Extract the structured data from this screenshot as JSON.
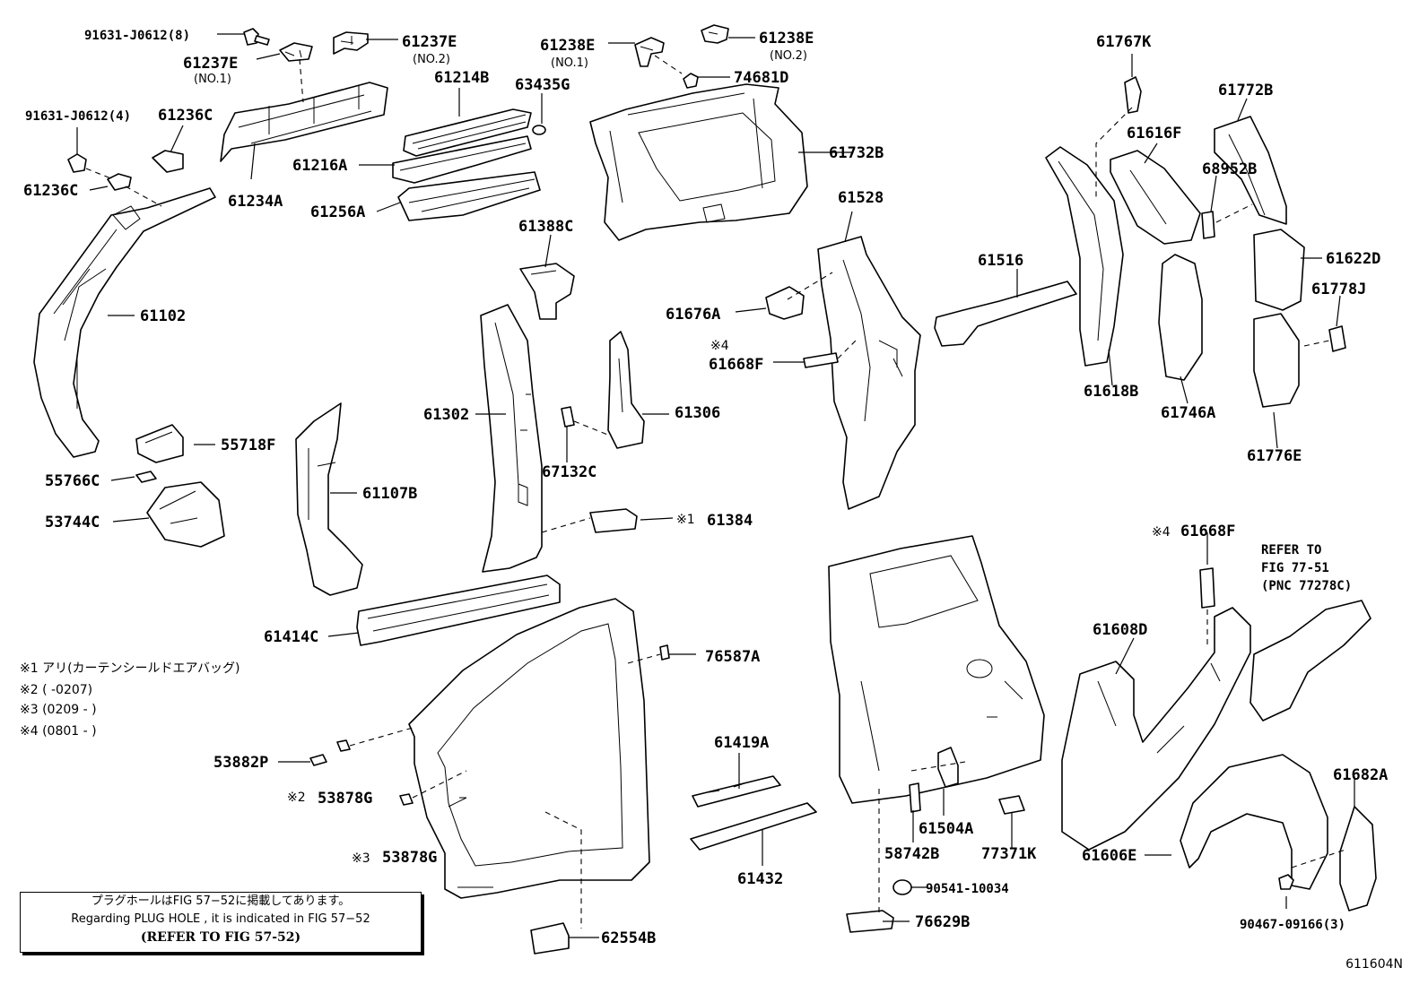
{
  "labels": {
    "p91631_8": "91631-J0612(8)",
    "p61237E_1": "61237E",
    "p61237E_1_sub": "(NO.1)",
    "p61237E_2": "61237E",
    "p61237E_2_sub": "(NO.2)",
    "p61238E_1": "61238E",
    "p61238E_1_sub": "(NO.1)",
    "p61238E_2": "61238E",
    "p61238E_2_sub": "(NO.2)",
    "p61767K": "61767K",
    "p61214B": "61214B",
    "p63435G": "63435G",
    "p74681D": "74681D",
    "p61772B": "61772B",
    "p91631_4": "91631-J0612(4)",
    "p61236C_top": "61236C",
    "p61616F": "61616F",
    "p61732B": "61732B",
    "p61216A": "61216A",
    "p68952B": "68952B",
    "p61236C": "61236C",
    "p61234A": "61234A",
    "p61256A": "61256A",
    "p61528": "61528",
    "p61388C": "61388C",
    "p61516": "61516",
    "p61622D": "61622D",
    "p61778J": "61778J",
    "p61676A": "61676A",
    "p61102": "61102",
    "mark4_a": "※4",
    "p61668F_a": "61668F",
    "p61618B": "61618B",
    "p61746A": "61746A",
    "p61302": "61302",
    "p61306": "61306",
    "p55718F": "55718F",
    "p61776E": "61776E",
    "p55766C": "55766C",
    "p67132C": "67132C",
    "p61107B": "61107B",
    "p53744C": "53744C",
    "mark1": "※1",
    "p61384": "61384",
    "mark4_b": "※4",
    "p61668F_b": "61668F",
    "refer1": "REFER TO",
    "refer2": "FIG 77-51",
    "refer3": "(PNC 77278C)",
    "p61608D": "61608D",
    "p61414C": "61414C",
    "p76587A": "76587A",
    "p61419A": "61419A",
    "p53882P": "53882P",
    "mark2": "※2",
    "p53878G_2": "53878G",
    "p61504A": "61504A",
    "p61682A": "61682A",
    "mark3": "※3",
    "p53878G_3": "53878G",
    "p58742B": "58742B",
    "p77371K": "77371K",
    "p61606E": "61606E",
    "p61432": "61432",
    "p90541": "90541-10034",
    "p76629B": "76629B",
    "p62554B": "62554B",
    "p90467": "90467-09166(3)"
  },
  "notes": [
    "※1 アリ(カーテンシールドエアバッグ)",
    "※2 (    -0207)",
    "※3 (0209 -     )",
    "※4 (0801 -     )"
  ],
  "notebox": {
    "line1": "プラグホールはFIG 57−52に掲載してあります。",
    "line2": "Regarding PLUG HOLE , it is indicated in FIG 57−52",
    "line3": "(REFER TO FIG 57-52)"
  },
  "figure_number": "611604N"
}
